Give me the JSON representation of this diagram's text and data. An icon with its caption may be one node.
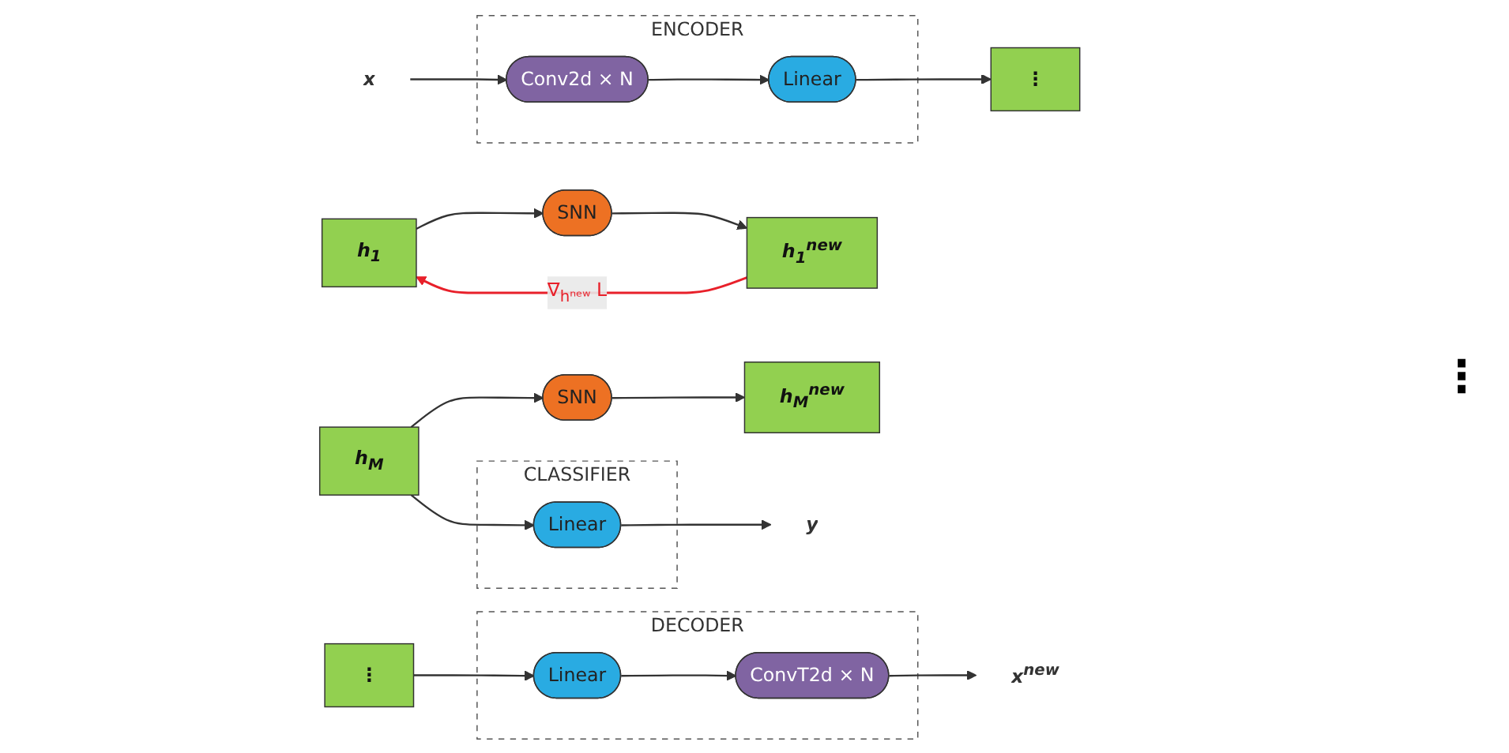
{
  "diagram": {
    "nodes": [
      {
        "text": [
          "x"
        ]
      },
      {
        "text": [
          "ENCODER"
        ]
      },
      {
        "text": [
          "Conv2d × N"
        ],
        "in": 1
      },
      {
        "text": [
          "Linear"
        ],
        "in": 1
      },
      {
        "text": [
          "h$_{1}$"
        ]
      },
      {
        "text": [
          "⋮"
        ]
      },
      {
        "text": [
          "h$_{M}$"
        ]
      },
      {
        "text": [
          "SNN"
        ]
      },
      {
        "text": [
          "SNN"
        ]
      },
      {
        "text": [
          "h$_{1}$$^{new}$"
        ]
      },
      {
        "text": [
          "⋮"
        ]
      },
      {
        "text": [
          "h$_{M}$$^{new}$"
        ]
      },
      {
        "text": [
          "DECODER"
        ]
      },
      {
        "text": [
          "Linear"
        ],
        "in": 12
      },
      {
        "text": [
          "ConvT2d × N"
        ],
        "in": 12
      },
      {
        "text": [
          "x$^{new}$"
        ]
      },
      {
        "text": [
          "CLASSIFIER"
        ]
      },
      {
        "text": [
          "Linear"
        ],
        "in": 16
      },
      {
        "text": [
          "y"
        ]
      }
    ],
    "edges": [
      {
        "from": 0,
        "to": 2,
        "arrow": "to"
      },
      {
        "from": 2,
        "to": 3,
        "arrow": "to"
      },
      {
        "from": 3,
        "to": 5,
        "arrow": "to"
      },
      {
        "from": 4,
        "to": 7,
        "arrow": "to"
      },
      {
        "from": 7,
        "to": 9,
        "arrow": "to"
      },
      {
        "from": 6,
        "to": 8,
        "arrow": "to"
      },
      {
        "from": 8,
        "to": 11,
        "arrow": "to"
      },
      {
        "from": 9,
        "to": 4,
        "arrow": "to",
        "label": "∇$_{hⁿᵉʷ}$ L",
        "color": "#e8202a"
      },
      {
        "from": 10,
        "to": 13,
        "arrow": "to"
      },
      {
        "from": 13,
        "to": 14,
        "arrow": "to"
      },
      {
        "from": 14,
        "to": 15,
        "arrow": "to"
      },
      {
        "from": 6,
        "to": 17,
        "arrow": "to"
      },
      {
        "from": 17,
        "to": 18,
        "arrow": "to"
      }
    ],
    "labels": [
      "⋮"
    ]
  }
}
